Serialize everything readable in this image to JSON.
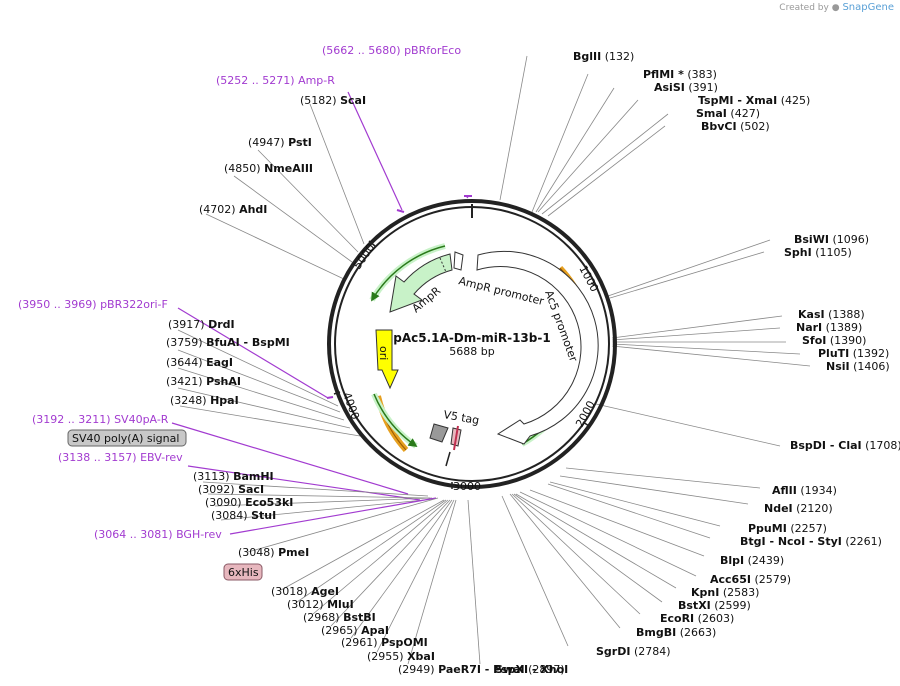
{
  "credit": {
    "prefix": "Created by",
    "brand": "SnapGene"
  },
  "plasmid": {
    "name": "pAc5.1A-Dm-miR-13b-1",
    "size_label": "5688 bp",
    "length": 5688
  },
  "ticks": [
    "1000",
    "2000",
    "3000",
    "4000",
    "5000"
  ],
  "features": [
    {
      "name": "AmpR promoter"
    },
    {
      "name": "AmpR"
    },
    {
      "name": "ori"
    },
    {
      "name": "Ac5 promoter"
    },
    {
      "name": "V5 tag"
    },
    {
      "name": "SV40 poly(A) signal"
    },
    {
      "name": "6xHis"
    }
  ],
  "sites": [
    {
      "pos": "(5662 .. 5680)",
      "name": "pBRforEco",
      "primer": true
    },
    {
      "pos": "(5252 .. 5271)",
      "name": "Amp-R",
      "primer": true
    },
    {
      "pos": "(5182)",
      "name": "ScaI"
    },
    {
      "pos": "(4947)",
      "name": "PstI"
    },
    {
      "pos": "(4850)",
      "name": "NmeAIII"
    },
    {
      "pos": "(4702)",
      "name": "AhdI"
    },
    {
      "pos": "(3950 .. 3969)",
      "name": "pBR322ori-F",
      "primer": true
    },
    {
      "pos": "(3917)",
      "name": "DrdI"
    },
    {
      "pos": "(3759)",
      "name": "BfuAI - BspMI"
    },
    {
      "pos": "(3644)",
      "name": "EagI"
    },
    {
      "pos": "(3421)",
      "name": "PshAI"
    },
    {
      "pos": "(3248)",
      "name": "HpaI"
    },
    {
      "pos": "(3192 .. 3211)",
      "name": "SV40pA-R",
      "primer": true
    },
    {
      "pos": "(3138 .. 3157)",
      "name": "EBV-rev",
      "primer": true
    },
    {
      "pos": "(3113)",
      "name": "BamHI"
    },
    {
      "pos": "(3092)",
      "name": "SacI"
    },
    {
      "pos": "(3090)",
      "name": "Eco53kI"
    },
    {
      "pos": "(3084)",
      "name": "StuI"
    },
    {
      "pos": "(3064 .. 3081)",
      "name": "BGH-rev",
      "primer": true
    },
    {
      "pos": "(3048)",
      "name": "PmeI"
    },
    {
      "pos": "(3018)",
      "name": "AgeI"
    },
    {
      "pos": "(3012)",
      "name": "MluI"
    },
    {
      "pos": "(2968)",
      "name": "BstBI"
    },
    {
      "pos": "(2965)",
      "name": "ApaI"
    },
    {
      "pos": "(2961)",
      "name": "PspOMI"
    },
    {
      "pos": "(2955)",
      "name": "XbaI"
    },
    {
      "pos": "(2949)",
      "name": "PaeR7I - PspXI - XhoI"
    },
    {
      "pos": "(2897)",
      "name": "SwaI"
    },
    {
      "pos": "(2784)",
      "name": "SgrDI"
    },
    {
      "pos": "(2663)",
      "name": "BmgBI"
    },
    {
      "pos": "(2603)",
      "name": "EcoRI"
    },
    {
      "pos": "(2599)",
      "name": "BstXI"
    },
    {
      "pos": "(2583)",
      "name": "KpnI"
    },
    {
      "pos": "(2579)",
      "name": "Acc65I"
    },
    {
      "pos": "(2439)",
      "name": "BlpI"
    },
    {
      "pos": "(2261)",
      "name": "BtgI - NcoI - StyI"
    },
    {
      "pos": "(2257)",
      "name": "PpuMI"
    },
    {
      "pos": "(2120)",
      "name": "NdeI"
    },
    {
      "pos": "(1934)",
      "name": "AflII"
    },
    {
      "pos": "(1708)",
      "name": "BspDI - ClaI"
    },
    {
      "pos": "(1406)",
      "name": "NsiI"
    },
    {
      "pos": "(1392)",
      "name": "PluTI"
    },
    {
      "pos": "(1390)",
      "name": "SfoI"
    },
    {
      "pos": "(1389)",
      "name": "NarI"
    },
    {
      "pos": "(1388)",
      "name": "KasI"
    },
    {
      "pos": "(1105)",
      "name": "SphI"
    },
    {
      "pos": "(1096)",
      "name": "BsiWI"
    },
    {
      "pos": "(502)",
      "name": "BbvCI"
    },
    {
      "pos": "(427)",
      "name": "SmaI"
    },
    {
      "pos": "(425)",
      "name": "TspMI - XmaI"
    },
    {
      "pos": "(391)",
      "name": "AsiSI"
    },
    {
      "pos": "(383)",
      "name": "PflMI *"
    },
    {
      "pos": "(132)",
      "name": "BglII"
    }
  ],
  "colors": {
    "primer": "#a23bd0",
    "ring": "#222222",
    "ampr": "#c8f2c8",
    "ori": "#ffff00",
    "promoter": "#ffffff",
    "orange": "#e6a020"
  }
}
